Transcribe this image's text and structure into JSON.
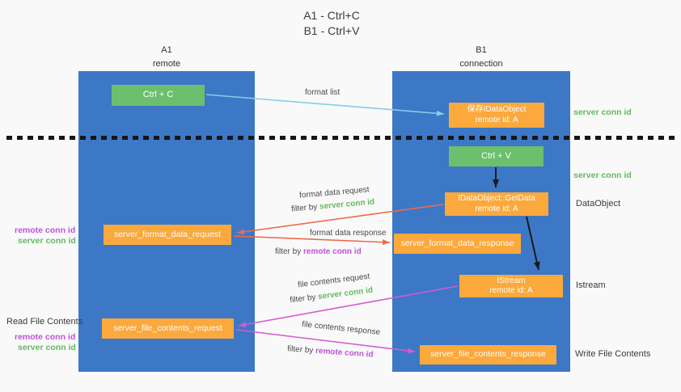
{
  "title": {
    "line1": "A1 - Ctrl+C",
    "line2": "B1 - Ctrl+V"
  },
  "lanes": {
    "left": {
      "name": "A1",
      "sub": "remote"
    },
    "right": {
      "name": "B1",
      "sub": "connection"
    }
  },
  "boxes": {
    "ctrl_c": "Ctrl + C",
    "ctrl_v": "Ctrl + V",
    "save_dataobject": {
      "line1": "保存IDataObject",
      "line2": "remote id: A"
    },
    "getdata": {
      "line1": "IDataObject::GetData",
      "line2": "remote id: A"
    },
    "istream": {
      "line1": "IStream",
      "line2": "remote id: A"
    },
    "format_request": "server_format_data_request",
    "format_response": "server_format_data_response",
    "file_request": "server_file_contents_request",
    "file_response": "server_file_contents_response"
  },
  "side_labels": {
    "server_conn_id_top": "server conn id",
    "server_conn_id_mid": "server conn id",
    "dataobject": "DataObject",
    "istream": "Istream",
    "write_file_contents": "Write File Contents",
    "read_file_contents": "Read File Contents",
    "left_remote_conn_id_1": "remote conn id",
    "left_server_conn_id_1": "server conn id",
    "left_remote_conn_id_2": "remote conn id",
    "left_server_conn_id_2": "server conn id"
  },
  "arrow_labels": {
    "format_list": "format list",
    "format_data_request": "format data request",
    "filter_by_1": "filter by ",
    "server_conn_id_1": "server conn id",
    "format_data_response": "format data response",
    "filter_by_2": "filter by ",
    "remote_conn_id_2": "remote conn id",
    "file_contents_request": "file contents request",
    "filter_by_3": "filter by ",
    "server_conn_id_3": "server conn id",
    "file_contents_response": "file contents response",
    "filter_by_4": "filter by ",
    "remote_conn_id_4": "remote conn id"
  },
  "colors": {
    "lane_blue": "#3c78c6",
    "box_green": "#6cbf6d",
    "box_orange": "#fba93c",
    "arrow_blue": "#86cce9",
    "arrow_red": "#ee6a4f",
    "arrow_magenta": "#d45bd0",
    "arrow_black": "#1a1a1a",
    "text_green": "#62b95e",
    "text_purple": "#bf52d9",
    "background": "#f9f9f9"
  }
}
